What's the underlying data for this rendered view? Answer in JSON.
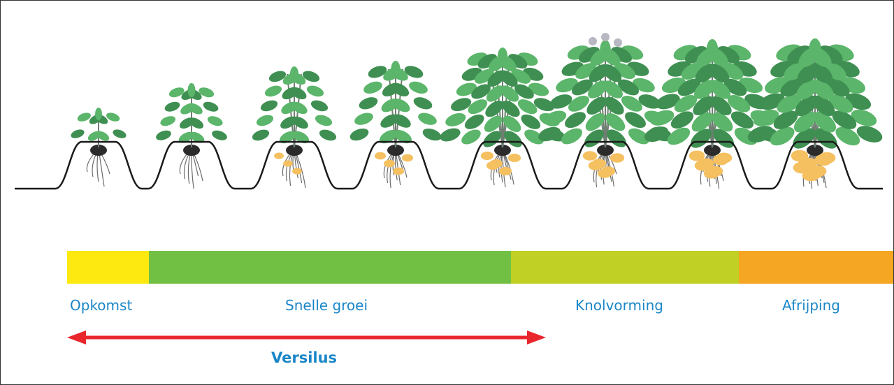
{
  "colors": {
    "leaf": "#5bb56a",
    "leaf_dark": "#3f8f52",
    "stem": "#6f7f72",
    "ridge": "#1a1a1a",
    "tuber": "#f5c060",
    "roots": "#6b6b6b",
    "flower": "#b8b8c2",
    "label": "#1a86c8",
    "arrow": "#e8262c"
  },
  "plants": [
    {
      "stage": 1,
      "tubers": 0,
      "flowers": false
    },
    {
      "stage": 2,
      "tubers": 0,
      "flowers": false
    },
    {
      "stage": 3,
      "tubers": 3,
      "flowers": false
    },
    {
      "stage": 4,
      "tubers": 4,
      "flowers": false
    },
    {
      "stage": 5,
      "tubers": 5,
      "flowers": false
    },
    {
      "stage": 6,
      "tubers": 6,
      "flowers": true
    },
    {
      "stage": 7,
      "tubers": 7,
      "flowers": false
    },
    {
      "stage": 8,
      "tubers": 9,
      "flowers": false
    }
  ],
  "phases": [
    {
      "label": "Opkomst",
      "color": "#fde910"
    },
    {
      "label": "Snelle groei",
      "color": "#72c043"
    },
    {
      "label": "Knolvorming",
      "color": "#c0d024"
    },
    {
      "label": "Afrijping",
      "color": "#f5a623"
    }
  ],
  "versilus": {
    "label": "Versilus"
  }
}
